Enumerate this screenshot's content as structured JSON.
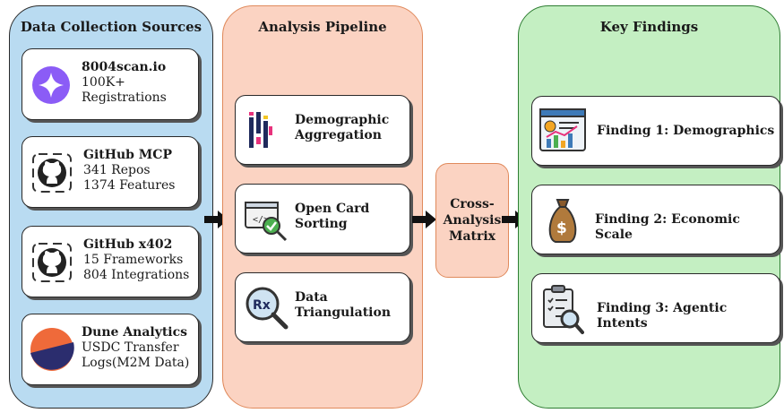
{
  "sources": {
    "title": "Data Collection Sources",
    "items": [
      {
        "name": "8004scan.io",
        "lines": [
          "100K+",
          "Registrations"
        ]
      },
      {
        "name": "GitHub MCP",
        "lines": [
          "341 Repos",
          "1374 Features"
        ]
      },
      {
        "name": "GitHub x402",
        "lines": [
          "15 Frameworks",
          "804 Integrations"
        ]
      },
      {
        "name": "Dune Analytics",
        "lines": [
          "USDC Transfer",
          "Logs(M2M Data)"
        ]
      }
    ]
  },
  "analysis": {
    "title": "Analysis Pipeline",
    "items": [
      {
        "lines": [
          "Demographic",
          "Aggregation"
        ]
      },
      {
        "lines": [
          "Open Card",
          "Sorting"
        ]
      },
      {
        "lines": [
          "Data",
          "Triangulation"
        ]
      }
    ]
  },
  "matrix": {
    "lines": [
      "Cross-",
      "Analysis",
      "Matrix"
    ]
  },
  "findings": {
    "title": "Key Findings",
    "items": [
      {
        "label": "Finding 1: Demographics"
      },
      {
        "label": "Finding 2: Economic Scale"
      },
      {
        "label": "Finding 3: Agentic Intents"
      }
    ]
  },
  "colors": {
    "sources_bg": "#b9dbf1",
    "analysis_bg": "#fbd3c2",
    "findings_bg": "#c4efc2",
    "accent_orange": "#e08a5c",
    "accent_green": "#2e7d32"
  },
  "icons": [
    "sparkle-logo-icon",
    "github-icon",
    "github-icon",
    "dune-logo-icon",
    "bars-icon",
    "code-check-icon",
    "rx-magnifier-icon",
    "dashboard-chart-icon",
    "money-bag-icon",
    "clipboard-search-icon"
  ]
}
